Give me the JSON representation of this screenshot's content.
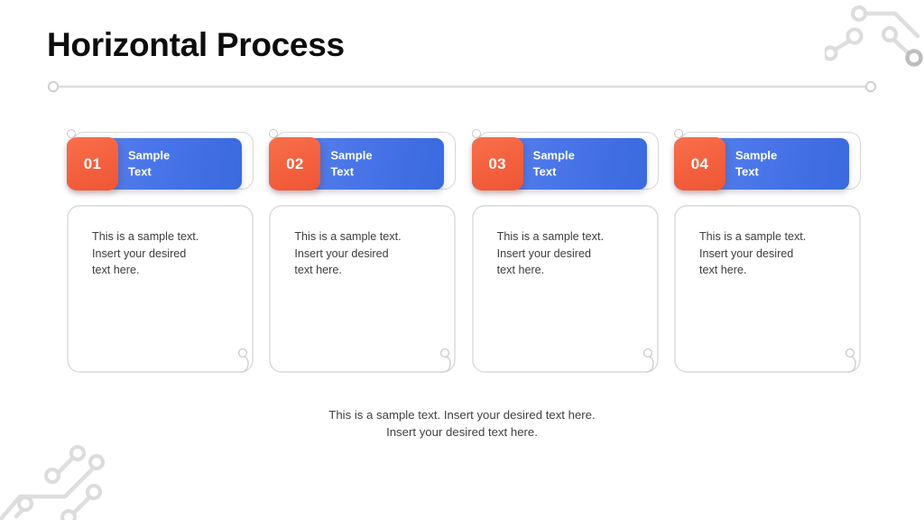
{
  "slide": {
    "title": "Horizontal Process",
    "background_color": "#ffffff",
    "accent_orange": "#F4613F",
    "accent_blue": "#4A76E9",
    "decor_gray": "#DCDCDC",
    "outline_gray": "#D7D7D7"
  },
  "cards": [
    {
      "number": "01",
      "heading": "Sample\nText",
      "body": "This is a sample text.\nInsert your desired\ntext here."
    },
    {
      "number": "02",
      "heading": "Sample\nText",
      "body": "This is a sample text.\nInsert your desired\ntext here."
    },
    {
      "number": "03",
      "heading": "Sample\nText",
      "body": "This is a sample text.\nInsert your desired\ntext here."
    },
    {
      "number": "04",
      "heading": "Sample\nText",
      "body": "This is a sample text.\nInsert your desired\ntext here."
    }
  ],
  "footer": {
    "text": "This is a sample text. Insert your desired text here.\nInsert your desired text here."
  },
  "decorations": {
    "top_right": "circuit-pattern-icon",
    "bottom_left": "circuit-pattern-icon",
    "title_rule": "horizontal-rule-with-end-dots"
  }
}
